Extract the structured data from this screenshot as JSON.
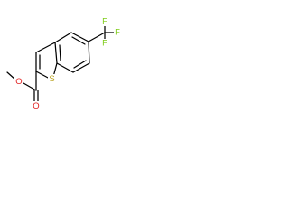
{
  "molecule": {
    "atoms": {
      "fluorine_top": "F",
      "fluorine_right": "F",
      "fluorine_bottom": "F",
      "sulfur": "S",
      "carbonyl_oxygen": "O",
      "ester_oxygen": "O"
    },
    "colors": {
      "bond": "#000000",
      "fluorine": "#7fcc1a",
      "sulfur": "#b8a01a",
      "oxygen": "#e01f1f"
    }
  }
}
